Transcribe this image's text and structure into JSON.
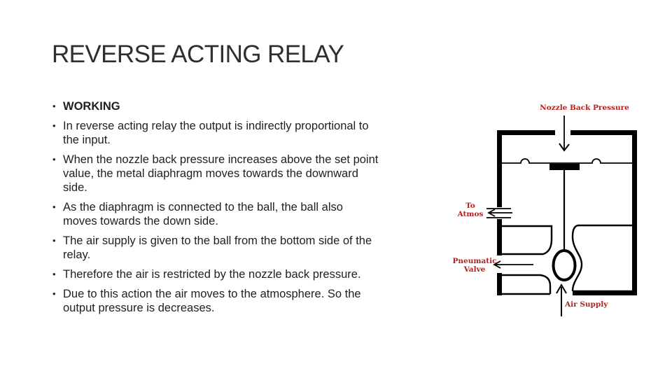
{
  "slide": {
    "title": "REVERSE ACTING RELAY",
    "bullet_char": "•",
    "bullets": [
      {
        "text": "WORKING",
        "bold": true
      },
      {
        "text": "In reverse acting relay the output is indirectly proportional to\nthe input."
      },
      {
        "text": "When the nozzle back pressure increases above the set point\nvalue, the metal diaphragm moves towards the downward\nside."
      },
      {
        "text": "As the diaphragm is connected to the ball, the ball also\nmoves towards the down side."
      },
      {
        "text": "The air supply is given to the ball from the bottom side of the\nrelay."
      },
      {
        "text": "Therefore the air is restricted by the nozzle back pressure."
      },
      {
        "text": "Due to this action the air moves to the atmosphere. So the\noutput pressure is decreases."
      }
    ]
  },
  "diagram": {
    "labels": {
      "nozzle_back_pressure": "Nozzle Back Pressure",
      "to_atmos": "To\nAtmos",
      "pneumatic_valve": "Pneumatic\nValve",
      "air_supply": "Air Supply"
    },
    "colors": {
      "label_red": "#b22222",
      "line_black": "#000000"
    }
  }
}
